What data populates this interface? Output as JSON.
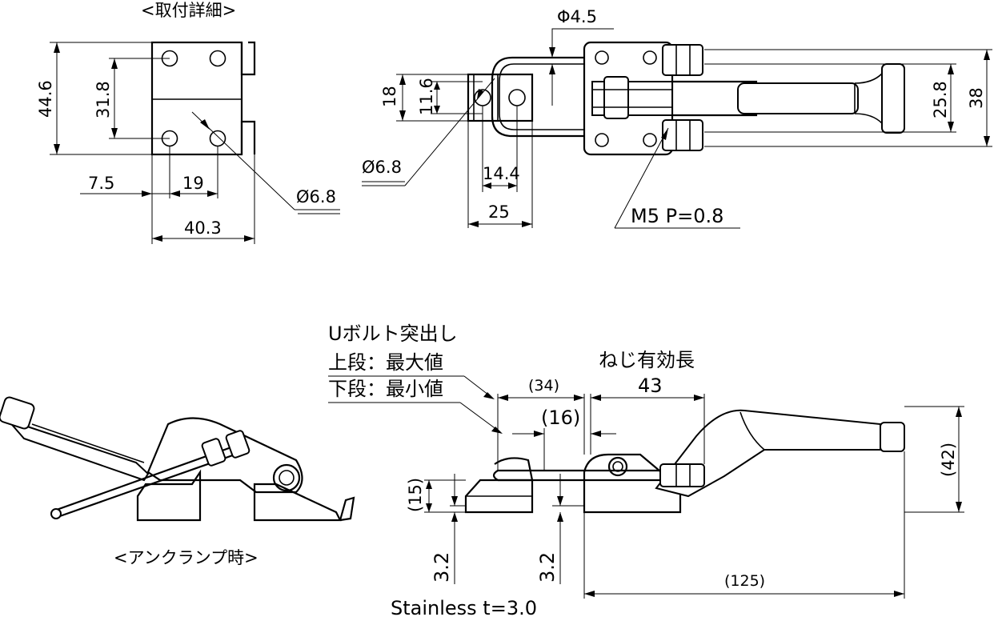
{
  "labels": {
    "mount_detail_title": "<取付詳細>",
    "dim_44_6": "44.6",
    "dim_31_8": "31.8",
    "dim_7_5": "7.5",
    "dim_19": "19",
    "dim_40_3": "40.3",
    "dim_hole_a": "Ø6.8",
    "dim_phi4_5": "Φ4.5",
    "dim_18": "18",
    "dim_11_6": "11.6",
    "dim_hole_b": "Ø6.8",
    "dim_14_4": "14.4",
    "dim_25": "25",
    "dim_25_8": "25.8",
    "dim_38": "38",
    "thread_spec": "M5 P=0.8",
    "ubolt_protrusion": "Uボルト突出し",
    "upper_max": "上段：最大値",
    "lower_min": "下段：最小値",
    "thread_length": "ねじ有効長",
    "dim_34": "(34)",
    "dim_43": "43",
    "dim_16": "(16)",
    "dim_42": "(42)",
    "dim_15": "(15)",
    "dim_3_2_a": "3.2",
    "dim_3_2_b": "3.2",
    "dim_125": "(125)",
    "unclamp_caption": "<アンクランプ時>",
    "material_note": "Stainless t=3.0"
  }
}
